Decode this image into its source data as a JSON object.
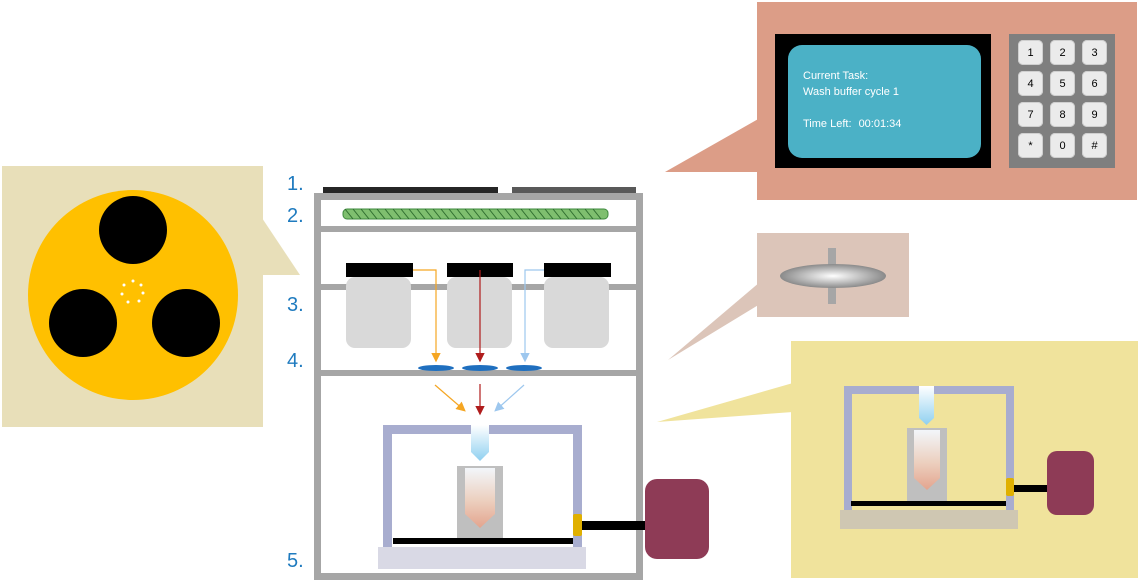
{
  "step_labels": [
    "1.",
    "2.",
    "3.",
    "4.",
    "5."
  ],
  "display": {
    "task_label": "Current Task:",
    "task_value": "Wash buffer cycle 1",
    "time_label": "Time Left:",
    "time_value": "00:01:34"
  },
  "keypad": {
    "keys": [
      "1",
      "2",
      "3",
      "4",
      "5",
      "6",
      "7",
      "8",
      "9",
      "*",
      "0",
      "#"
    ]
  },
  "colors": {
    "frame": "#a6a6a6",
    "display_panel": "#dc9d87",
    "screen": "#4bb1c6",
    "rotor": "#ffc000",
    "rotor_callout": "#e8dfb9",
    "chamber_callout": "#f0e39c",
    "valve_callout": "#dcc5b9",
    "motor": "#8e3b56",
    "rail": "#a8adcf",
    "arrow_orange": "#f5a623",
    "arrow_red": "#b01c1c",
    "arrow_blue": "#9dc7ee",
    "filter_disc": "#1f6fbf"
  }
}
